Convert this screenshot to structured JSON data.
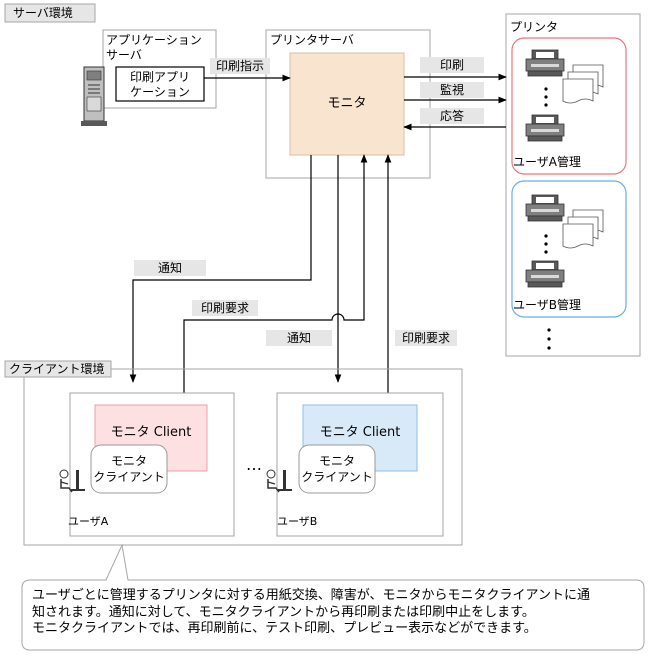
{
  "server_env": {
    "label": "サーバ環境",
    "app_server": {
      "title_line1": "アプリケーション",
      "title_line2": "サーバ",
      "app_line1": "印刷アプリ",
      "app_line2": "ケーション"
    },
    "print_server": {
      "title": "プリンタサーバ",
      "monitor": "モニタ"
    }
  },
  "printers": {
    "title": "プリンタ",
    "group_a": "ユーザA管理",
    "group_b": "ユーザB管理"
  },
  "flows": {
    "print_instruction": "印刷指示",
    "print": "印刷",
    "watch": "監視",
    "response": "応答",
    "notify_a": "通知",
    "print_request_a": "印刷要求",
    "notify_b": "通知",
    "print_request_b": "印刷要求"
  },
  "client_env": {
    "label": "クライアント環境",
    "client_a": {
      "monitor_client": "モニタ Client",
      "sub_line1": "モニタ",
      "sub_line2": "クライアント",
      "user": "ユーザA"
    },
    "client_b": {
      "monitor_client": "モニタ Client",
      "sub_line1": "モニタ",
      "sub_line2": "クライアント",
      "user": "ユーザB"
    },
    "ellipsis": "…"
  },
  "callout": {
    "text": "ユーザごとに管理するプリンタに対する用紙交換、障害が、モニタからモニタクライアントに通\n知されます。通知に対して、モニタクライアントから再印刷または印刷中止をします。\nモニタクライアントでは、再印刷前に、テスト印刷、プレビュー表示などができます。"
  },
  "colors": {
    "monitor_fill": "#f9e4d0",
    "client_a_fill": "#fde0e2",
    "client_a_border": "#e8a0a8",
    "client_b_fill": "#d8eaf8",
    "client_b_border": "#8cbfe8",
    "group_a_border": "#e57880",
    "group_b_border": "#6aaee0",
    "label_bg": "#e6e6e6",
    "frame_border": "#a6a6a6"
  }
}
